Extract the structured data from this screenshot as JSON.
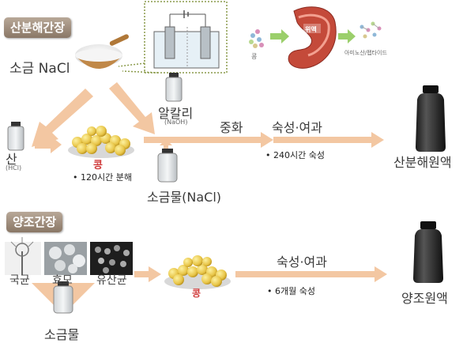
{
  "sections": {
    "acid": "산분해간장",
    "brewed": "양조간장"
  },
  "acid_process": {
    "salt_label": "소금 NaCl",
    "acid_label": "산",
    "acid_sub": "(HCl)",
    "alkali_label": "알칼리",
    "alkali_sub": "(NaOH)",
    "bean_label": "콩",
    "hydrolysis_note": "120시간 분해",
    "saltwater_label": "소금물(NaCl)",
    "neutralize_label": "중화",
    "aging_label": "숙성·여과",
    "aging_note": "240시간 숙성",
    "product_label": "산분해원액",
    "stomach_label": "위액",
    "stomach_left": "콩",
    "stomach_right": "아미노산/펩타이드"
  },
  "brewed_process": {
    "koji_label": "국균",
    "yeast_label": "효모",
    "lactic_label": "유산균",
    "saltwater_label": "소금물",
    "bean_label": "콩",
    "aging_label": "숙성·여과",
    "aging_note": "6개월 숙성",
    "product_label": "양조원액"
  },
  "colors": {
    "arrow": "#f3c7a2",
    "label_bg": "#9a8877"
  }
}
